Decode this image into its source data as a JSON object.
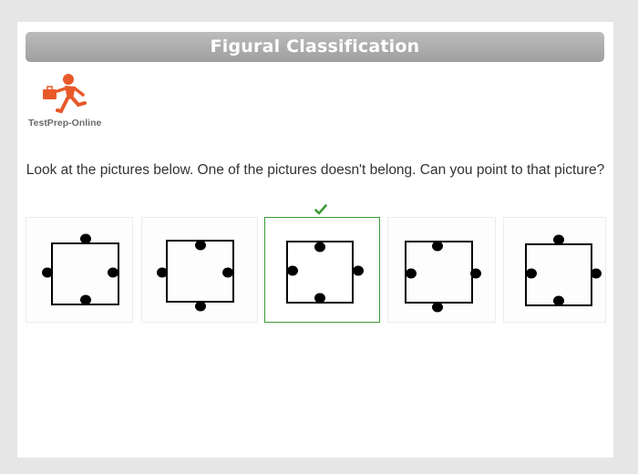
{
  "header": {
    "title": "Figural Classification"
  },
  "logo": {
    "text": "TestPrep-Online",
    "icon": "running-businessman-logo"
  },
  "question": {
    "text": "Look at the pictures below. One of the pictures doesn't belong. Can you point to that picture?"
  },
  "options": {
    "selected_index": 2,
    "selected_icon": "checkmark-icon",
    "colors": {
      "selected_border": "#3d9b35",
      "check": "#3d9b35",
      "dot": "#000000"
    }
  }
}
